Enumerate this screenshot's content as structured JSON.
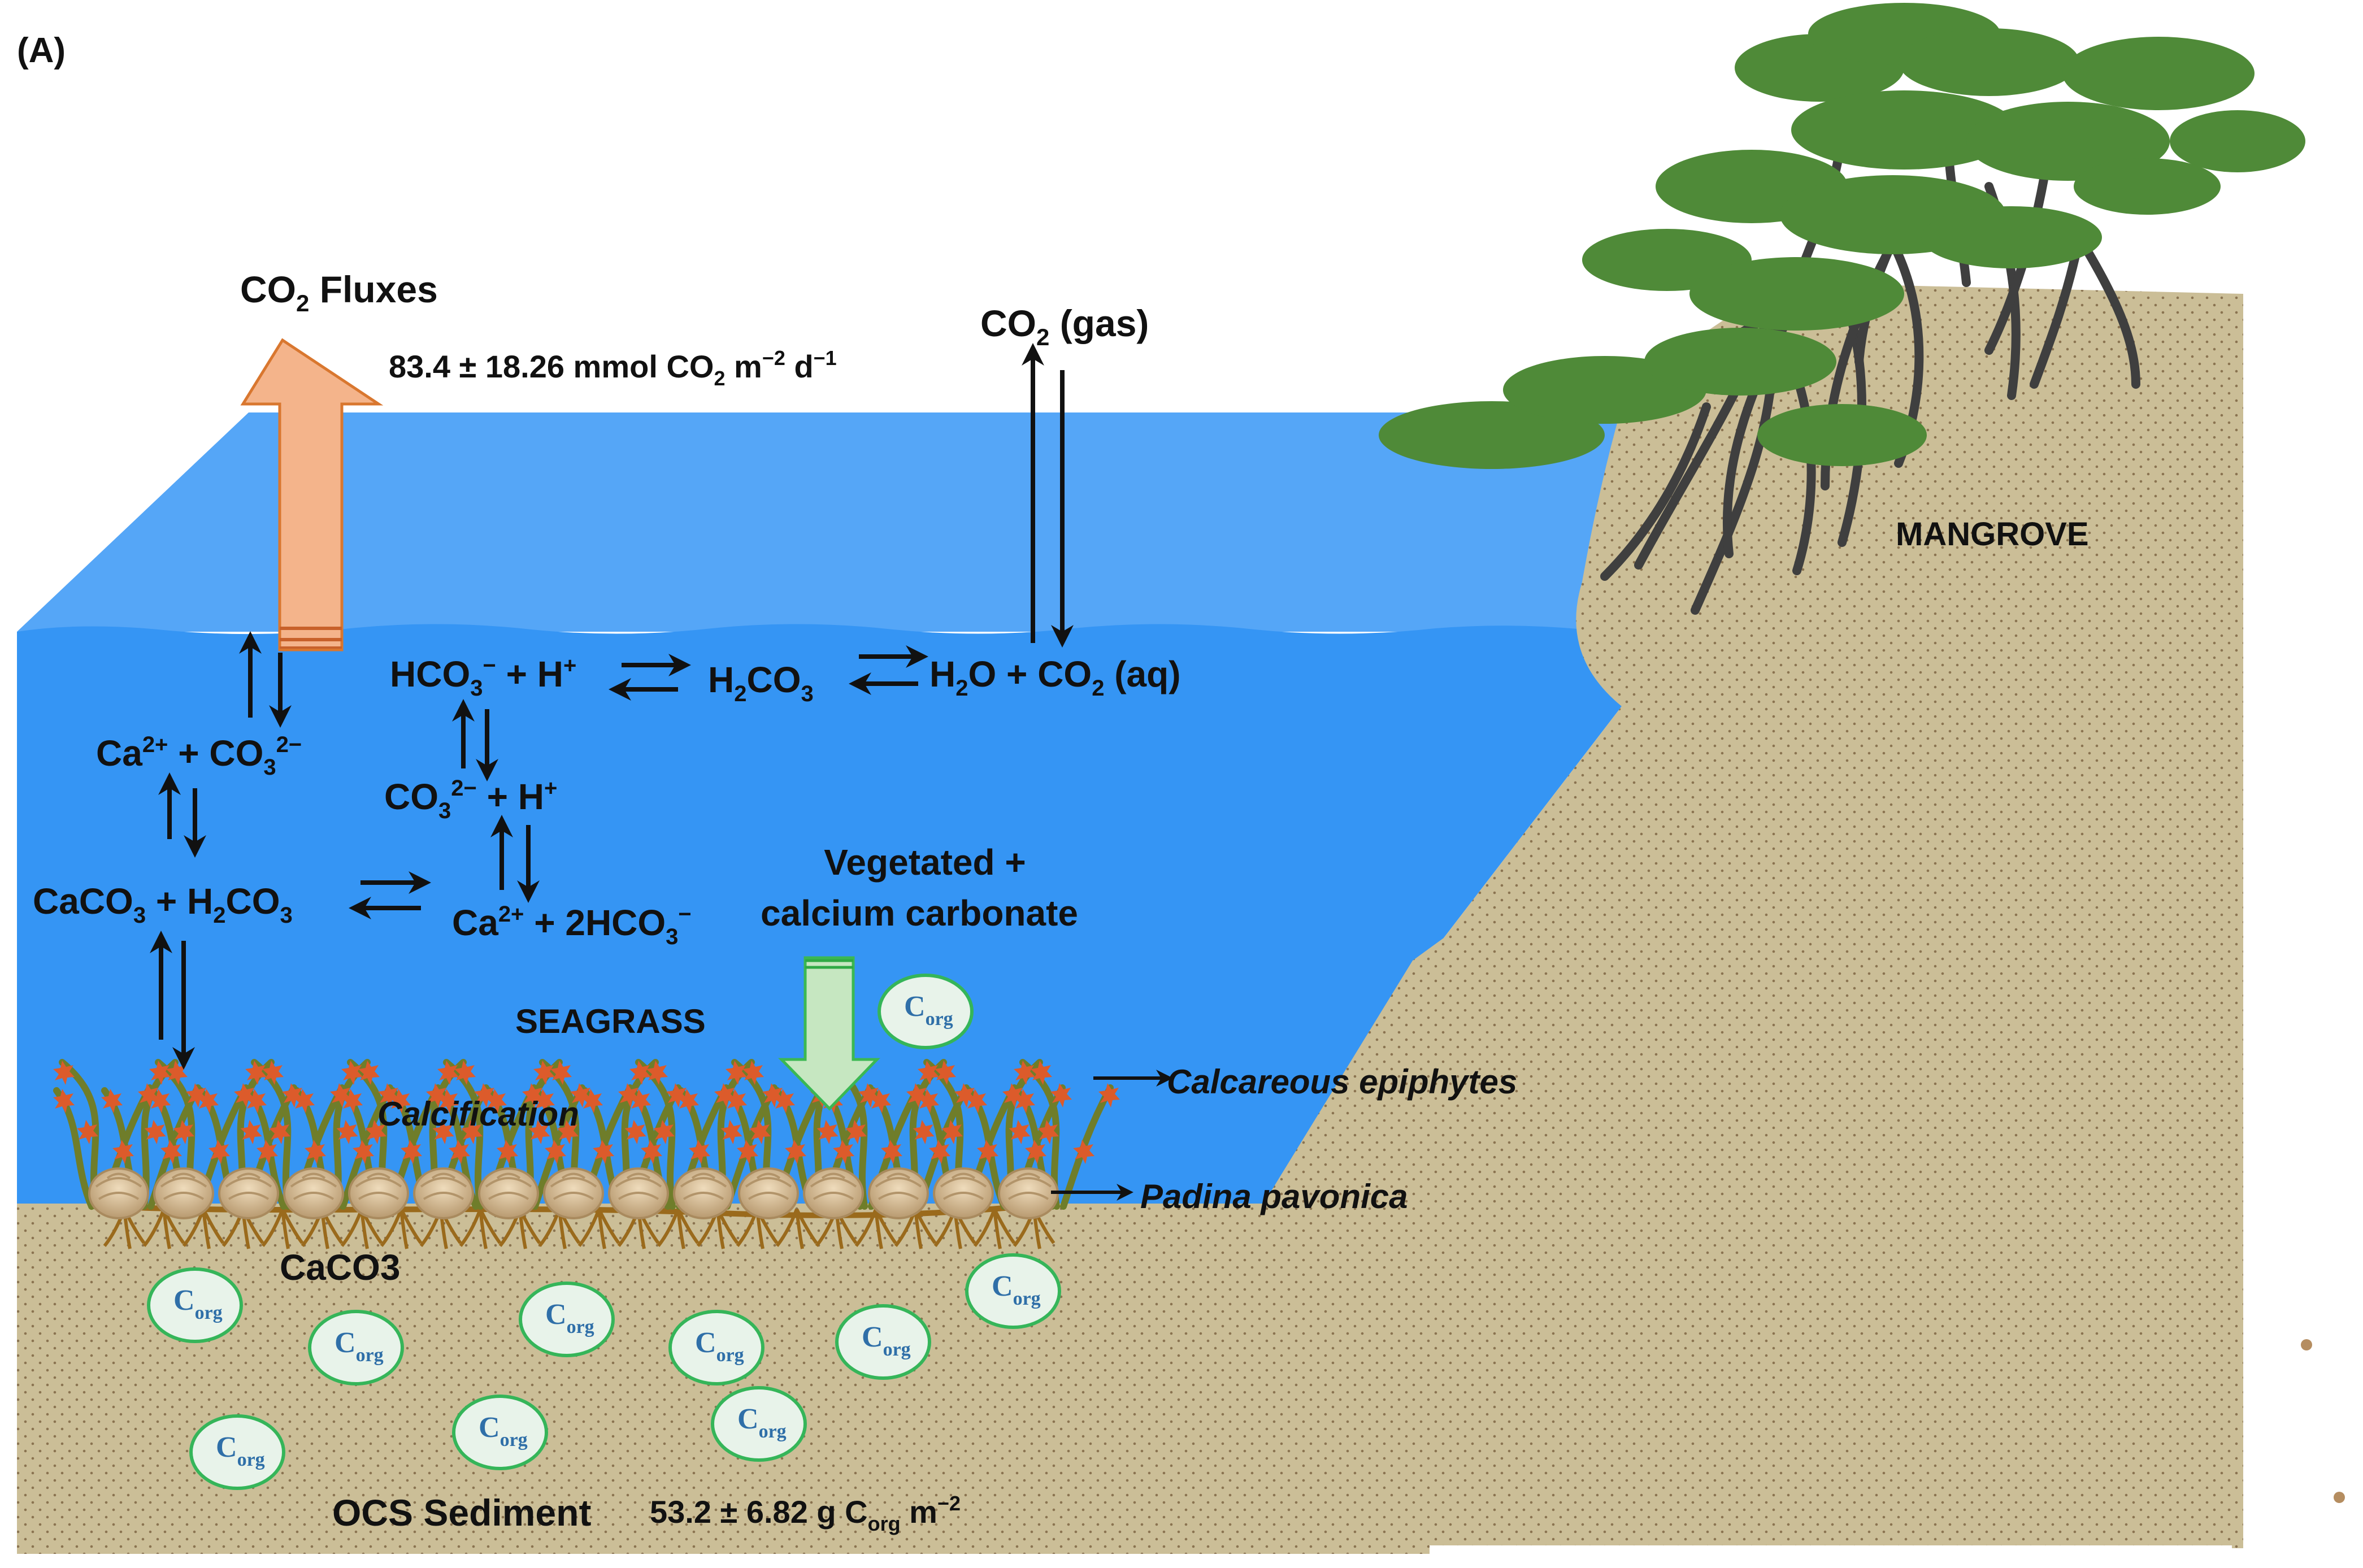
{
  "panel_label": "(A)",
  "colors": {
    "water_surface": "#55a6f7",
    "water": "#3595f4",
    "sediment": "#cbbe97",
    "sediment_dots": "#8a7350",
    "flux_arrow": "#f4b48b",
    "flux_arrow_border": "#d9772f",
    "burial_arrow": "#c6e7c1",
    "burial_arrow_border": "#3bb853",
    "corg_fill": "#e8f3ea",
    "corg_border": "#35b559",
    "mangrove_canopy": "#4f8a38",
    "mangrove_roots": "#3f3f3f",
    "seagrass_blade": "#6f7d2a",
    "epiphyte": "#dc5b2b",
    "padina": "#d9c09a"
  },
  "labels": {
    "co2_fluxes": {
      "main": "CO",
      "sub": "2",
      "rest": " Fluxes"
    },
    "flux_value": {
      "a": "83.4 ± 18.26 mmol CO",
      "sub": "2",
      "b": " m",
      "sup1": "−2",
      "c": " d",
      "sup2": "−1"
    },
    "co2_gas": {
      "main": "CO",
      "sub": "2",
      "rest": " (gas)"
    },
    "hco3_h": {
      "a": "HCO",
      "sub": "3",
      "sup": "−",
      "b": " + H",
      "sup2": "+"
    },
    "h2co3": {
      "a": "H",
      "sub": "2",
      "b": "CO",
      "sub2": "3"
    },
    "h2o_co2aq": {
      "a": "H",
      "sub": "2",
      "b": "O + CO",
      "sub2": "2",
      "c": " (aq)"
    },
    "ca_co3": {
      "a": "Ca",
      "sup": "2+",
      "b": " + CO",
      "sub": "3",
      "sup2": "2−"
    },
    "co3_h": {
      "a": "CO",
      "sub": "3",
      "sup": "2−",
      "b": " + H",
      "sup2": "+"
    },
    "caco3_h2co3": {
      "a": "CaCO",
      "sub": "3",
      "b": " + H",
      "sub2": "2",
      "c": "CO",
      "sub3": "3"
    },
    "ca_2hco3": {
      "a": "Ca",
      "sup": "2+",
      "b": " + 2HCO",
      "sub": "3",
      "sup2": "−"
    },
    "vegetated": "Vegetated +",
    "calcium_carbonate": "calcium carbonate",
    "seagrass": "SEAGRASS",
    "calcification": "Calcification",
    "calcareous_epiphytes": "Calcareous epiphytes",
    "padina_pavonica": "Padina pavonica",
    "caco3_sediment": "CaCO3",
    "ocs_sediment": "OCS Sediment",
    "stock_value": {
      "a": "53.2 ± 6.82  g C",
      "sub": "org",
      "b": " m",
      "sup": "−2"
    },
    "mangrove": "MANGROVE",
    "corg": {
      "c": "C",
      "sub": "org"
    }
  }
}
